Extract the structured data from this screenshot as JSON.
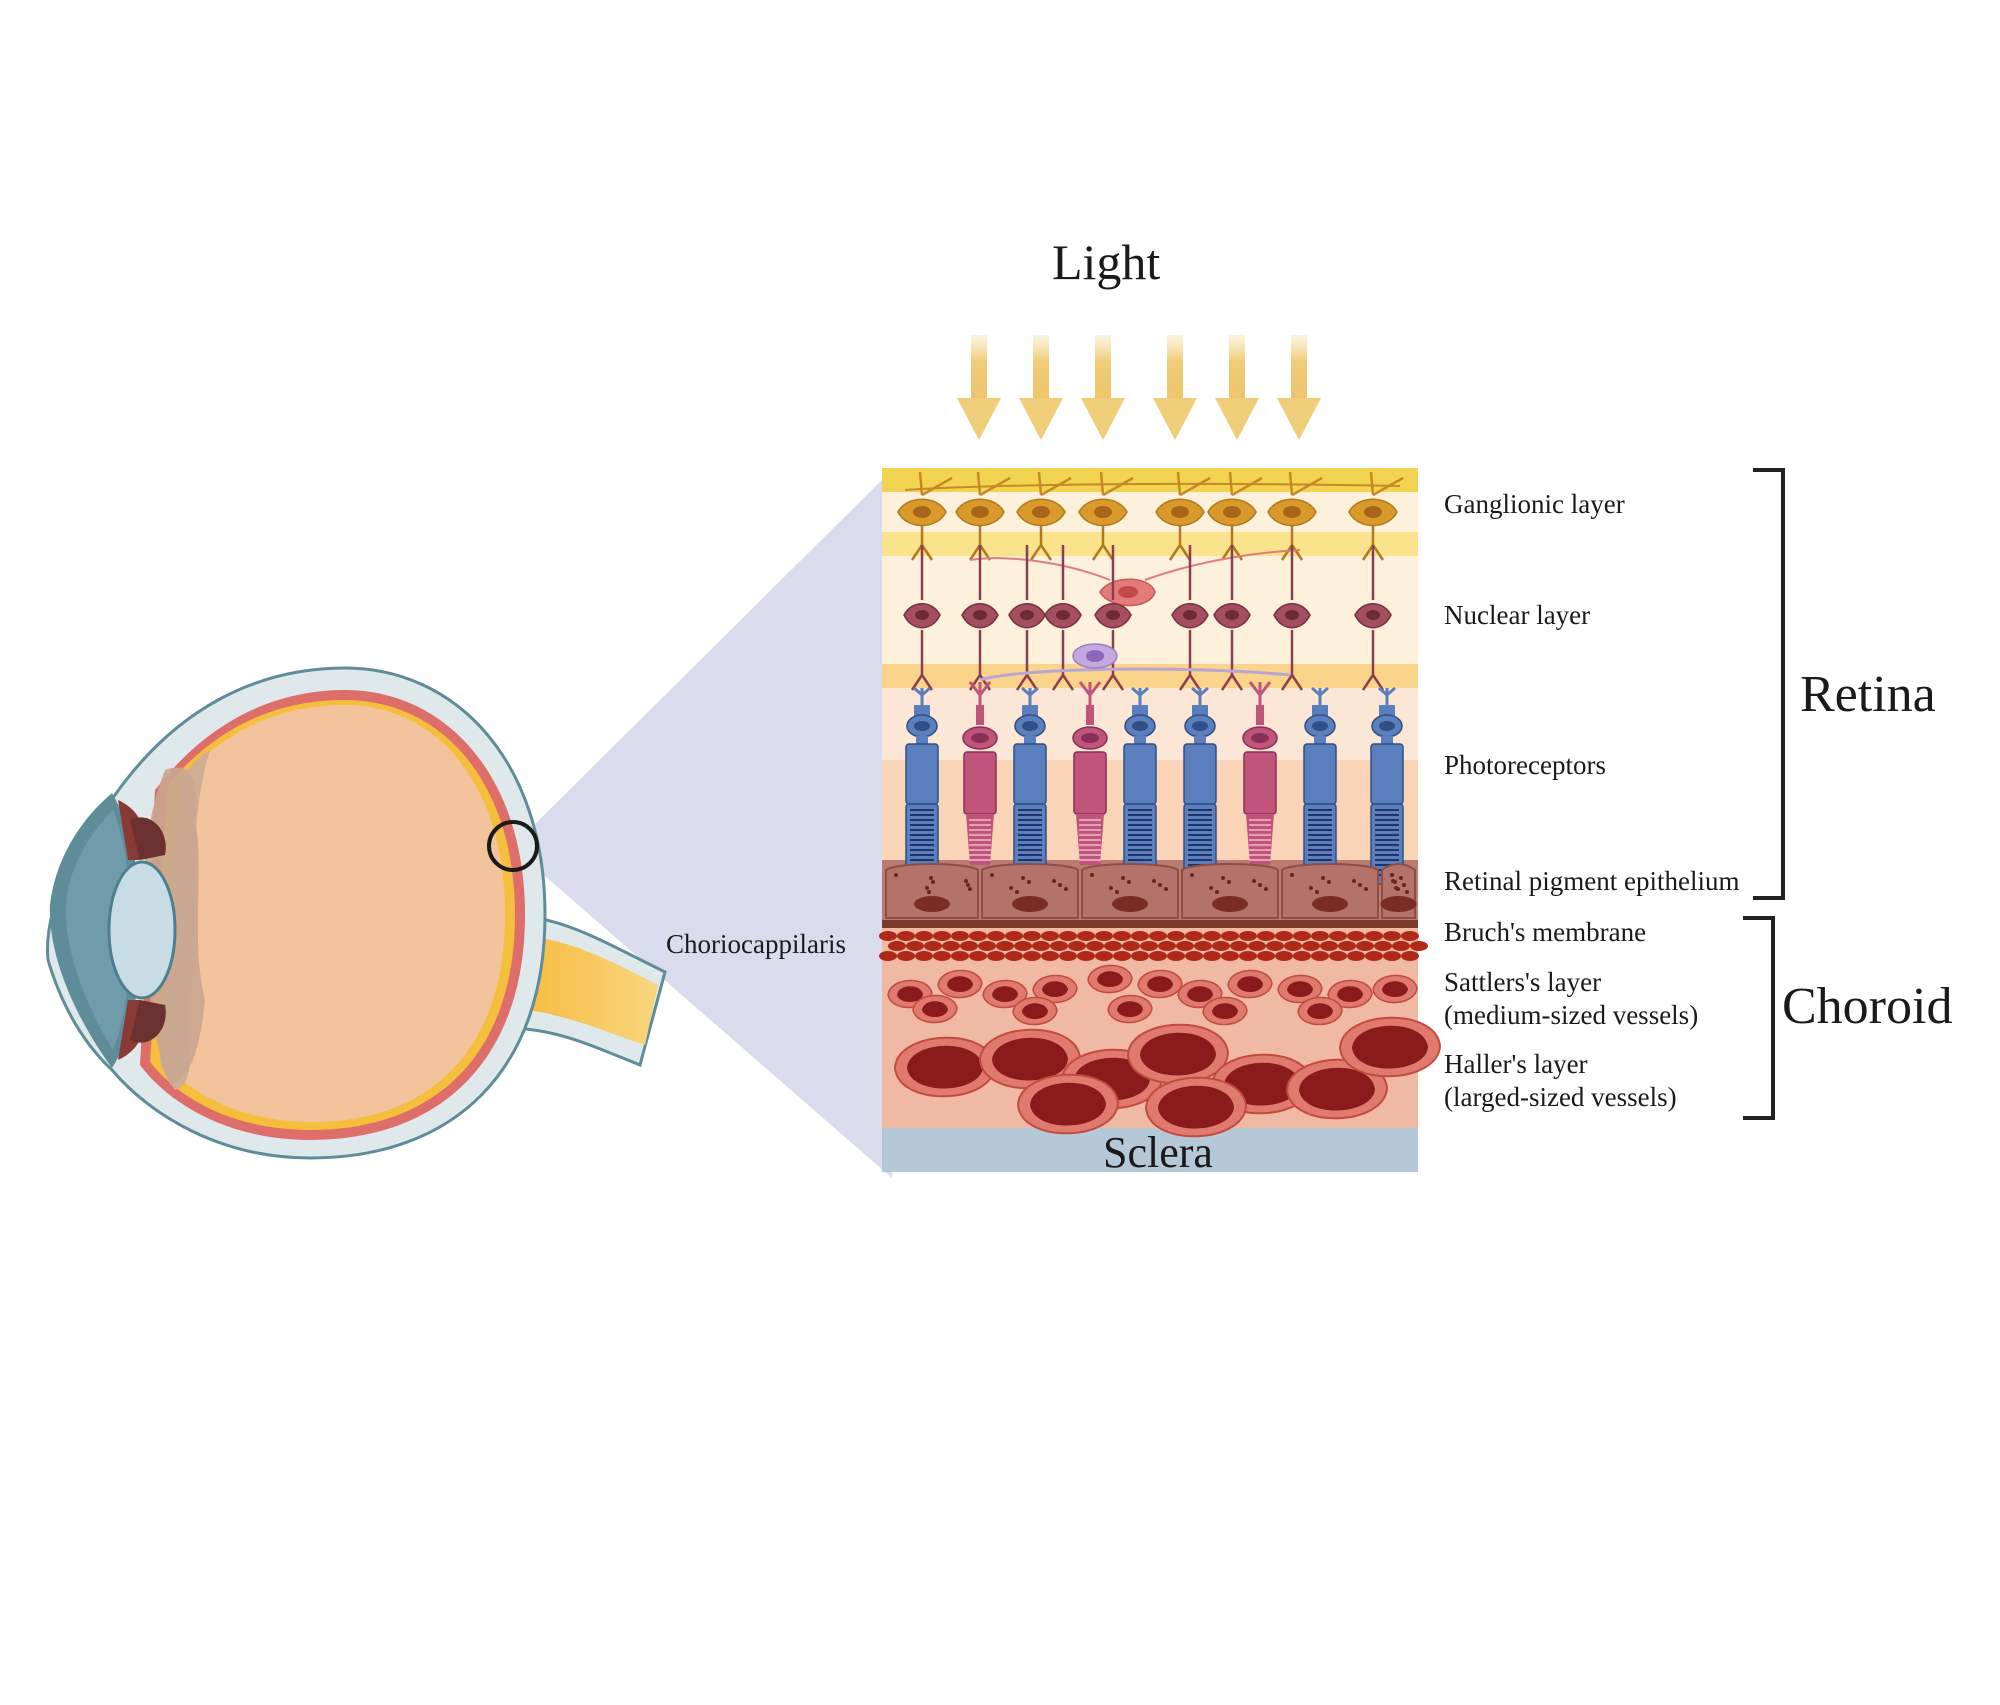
{
  "title": "Light",
  "labels": {
    "ganglionic": "Ganglionic layer",
    "nuclear": "Nuclear layer",
    "photoreceptors": "Photoreceptors",
    "rpe": "Retinal pigment epithelium",
    "bruch": "Bruch's membrane",
    "sattler_1": "Sattlers's layer",
    "sattler_2": "(medium-sized vessels)",
    "haller_1": "Haller's layer",
    "haller_2": "(larged-sized vessels)",
    "choriocapillaris": "Choriocappilaris",
    "sclera": "Sclera"
  },
  "groups": {
    "retina": "Retina",
    "choroid": "Choroid"
  },
  "colors": {
    "light_arrow": "#efcd79",
    "sclera_band": "#b4c8d8",
    "zoom_cone": "#dadcee",
    "rod": "#5a7fbc",
    "cone": "#c0547a",
    "ganglion": "#d99a2a",
    "bipolar": "#8c3f4e",
    "rpe": "#b97b72",
    "vessel": "#8b1a1a"
  }
}
